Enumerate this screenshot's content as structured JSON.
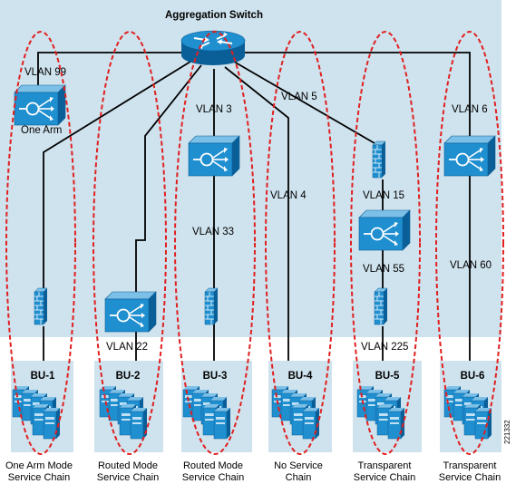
{
  "title": "Aggregation Switch",
  "figure_id": "221332",
  "colors": {
    "aggregation_bg": "#cfe3ee",
    "bu_bg": "#cfe3ee",
    "device_blue": "#1f8fd0",
    "device_dark": "#0b5f98",
    "ellipse": "#e02020",
    "line": "#000000"
  },
  "labels": {
    "one_arm": "One Arm",
    "vlan99": "VLAN 99",
    "vlan5": "VLAN 5",
    "vlan3": "VLAN 3",
    "vlan6": "VLAN 6",
    "vlan4": "VLAN 4",
    "vlan15": "VLAN 15",
    "vlan33": "VLAN 33",
    "vlan55": "VLAN 55",
    "vlan60": "VLAN 60",
    "vlan22": "VLAN 22",
    "vlan225": "VLAN 225"
  },
  "bus": [
    {
      "name": "BU-1",
      "footer1": "One Arm Mode",
      "footer2": "Service Chain"
    },
    {
      "name": "BU-2",
      "footer1": "Routed Mode",
      "footer2": "Service Chain"
    },
    {
      "name": "BU-3",
      "footer1": "Routed Mode",
      "footer2": "Service Chain"
    },
    {
      "name": "BU-4",
      "footer1": "No Service",
      "footer2": "Chain"
    },
    {
      "name": "BU-5",
      "footer1": "Transparent",
      "footer2": "Service Chain"
    },
    {
      "name": "BU-6",
      "footer1": "Transparent",
      "footer2": "Service Chain"
    }
  ]
}
